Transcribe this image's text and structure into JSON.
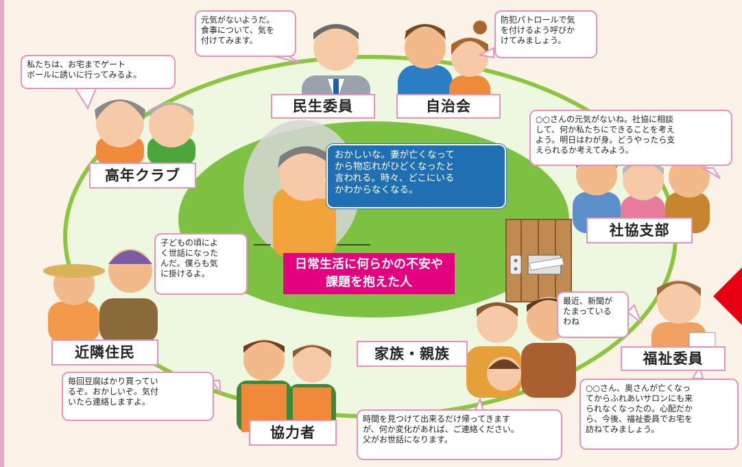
{
  "center": {
    "label": "日常生活に何らかの不安や\n課題を抱えた人",
    "speech": "おかしいな。妻が亡くなって\nから物忘れがひどくなったと\n言われる。時々、どこにいる\nかわからなくなる。"
  },
  "actors": [
    {
      "id": "minsei",
      "label": "民生委員",
      "speech": "元気がないようだ。\n食事について、気を\n付けてみます。"
    },
    {
      "id": "jichikai",
      "label": "自治会",
      "speech": "防犯パトロールで気\nを付けるよう呼びか\nけてみましょう。"
    },
    {
      "id": "kounen",
      "label": "高年クラブ",
      "speech": "私たちは、お宅までゲート\nボールに誘いに行ってみるよ。"
    },
    {
      "id": "shakyo",
      "label": "社協支部",
      "speech": "○○さんの元気がないね。社協に相談\nして、何か私たちにできることを考え\nよう。明日はわが身。どうやったら支\nえられるか考えてみよう。"
    },
    {
      "id": "kinrin",
      "label": "近隣住民",
      "speech": "子どもの頃によ\nく世話になった\nんだ。僕らも気\nに掛けるよ。"
    },
    {
      "id": "kazoku",
      "label": "家族・親族",
      "speech": "時間を見つけて出来るだけ帰ってきます\nが、何か変化があれば、ご連絡ください。\n父がお世話になります。"
    },
    {
      "id": "kyouryoku",
      "label": "協力者",
      "speech": "毎回豆腐ばかり買ってい\nるぞ。おかしいぞ。気付\nいたら連絡しますよ。"
    },
    {
      "id": "fukushi",
      "label": "福祉委員",
      "speech": "最近、新聞が\nたまっている\nわね",
      "speech2": "○○さん、奥さんが亡くなっ\nてからふれあいサロンにも来\nられなくなったの。心配だか\nら、今後、福祉委員でお宅を\n訪ねてみましょう。"
    }
  ],
  "colors": {
    "ring": "#8cc63f",
    "inner_ellipse": "#7cc142",
    "center_label_bg": "#e4007f",
    "border_pink": "#e592bd",
    "arrow": "#e60012"
  }
}
